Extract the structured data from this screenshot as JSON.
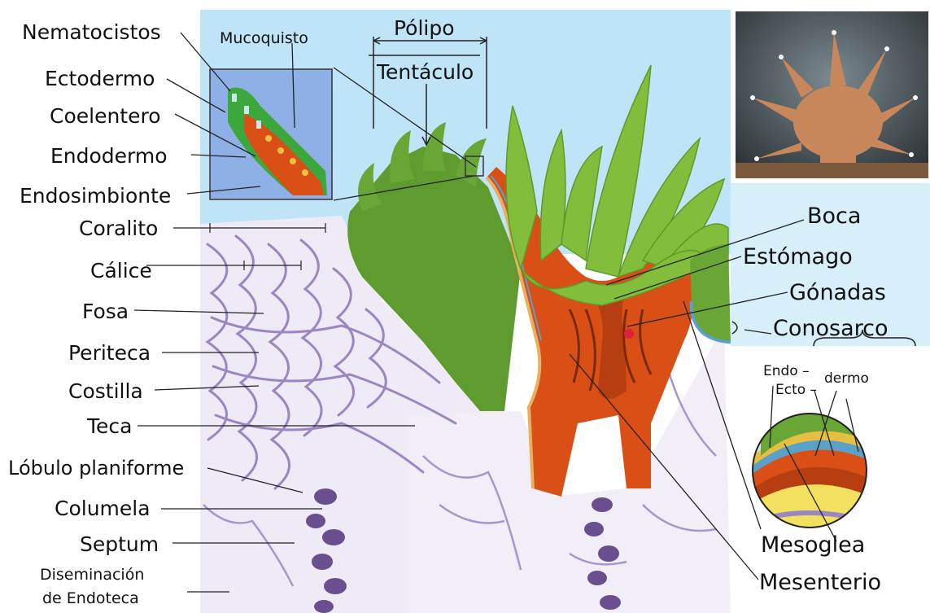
{
  "labels_left": {
    "nematocistos": "Nematocistos",
    "ectodermo": "Ectodermo",
    "coelentero": "Coelentero",
    "endodermo": "Endodermo",
    "endosimbionte": "Endosimbionte",
    "coralito": "Coralito",
    "calice": "Cálice",
    "fosa": "Fosa",
    "periteca": "Periteca",
    "costilla": "Costilla",
    "teca": "Teca",
    "lobulo": "Lóbulo planiforme",
    "columela": "Columela",
    "septum": "Septum",
    "diseminacion_1": "Diseminación",
    "diseminacion_2": "de Endoteca"
  },
  "labels_top": {
    "mucoquisto": "Mucoquisto",
    "polipo": "Pólipo",
    "tentaculo": "Tentáculo"
  },
  "labels_right": {
    "boca": "Boca",
    "estomago": "Estómago",
    "gonadas": "Gónadas",
    "conosarco": "Conosarco",
    "mesoglea": "Mesoglea",
    "mesenterio": "Mesenterio"
  },
  "labels_inset": {
    "endo": "Endo –",
    "dermo": "dermo",
    "ecto": "Ecto –"
  },
  "colors": {
    "sky": "#bfe4f7",
    "tissue_green": "#7cb834",
    "tissue_orange": "#d94f16",
    "skeleton_purple": "#9b86c2",
    "skeleton_bg": "#eeeaf6",
    "inset_blue": "#8eb0e6"
  }
}
